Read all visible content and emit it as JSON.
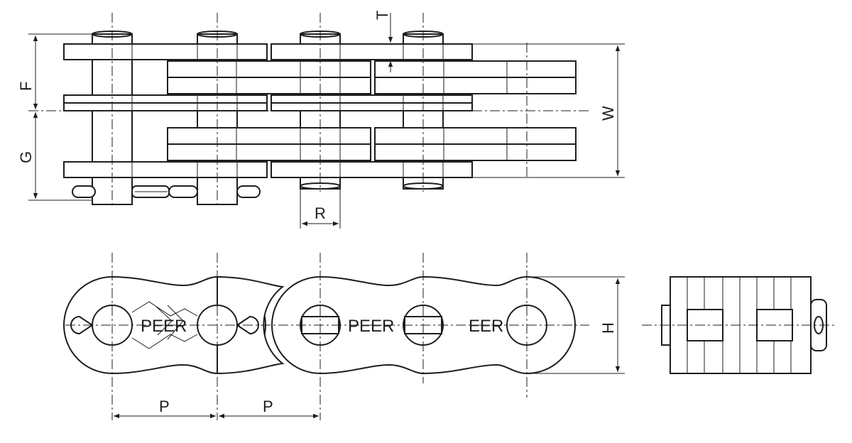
{
  "labels": {
    "T": "T",
    "F": "F",
    "G": "G",
    "W": "W",
    "R": "R",
    "H": "H",
    "P1": "P",
    "P2": "P"
  },
  "brand": {
    "plate1": "PEER",
    "plate2": "PEER",
    "plate3": "EER"
  },
  "colors": {
    "line": "#1e1e1e",
    "background": "#ffffff"
  }
}
